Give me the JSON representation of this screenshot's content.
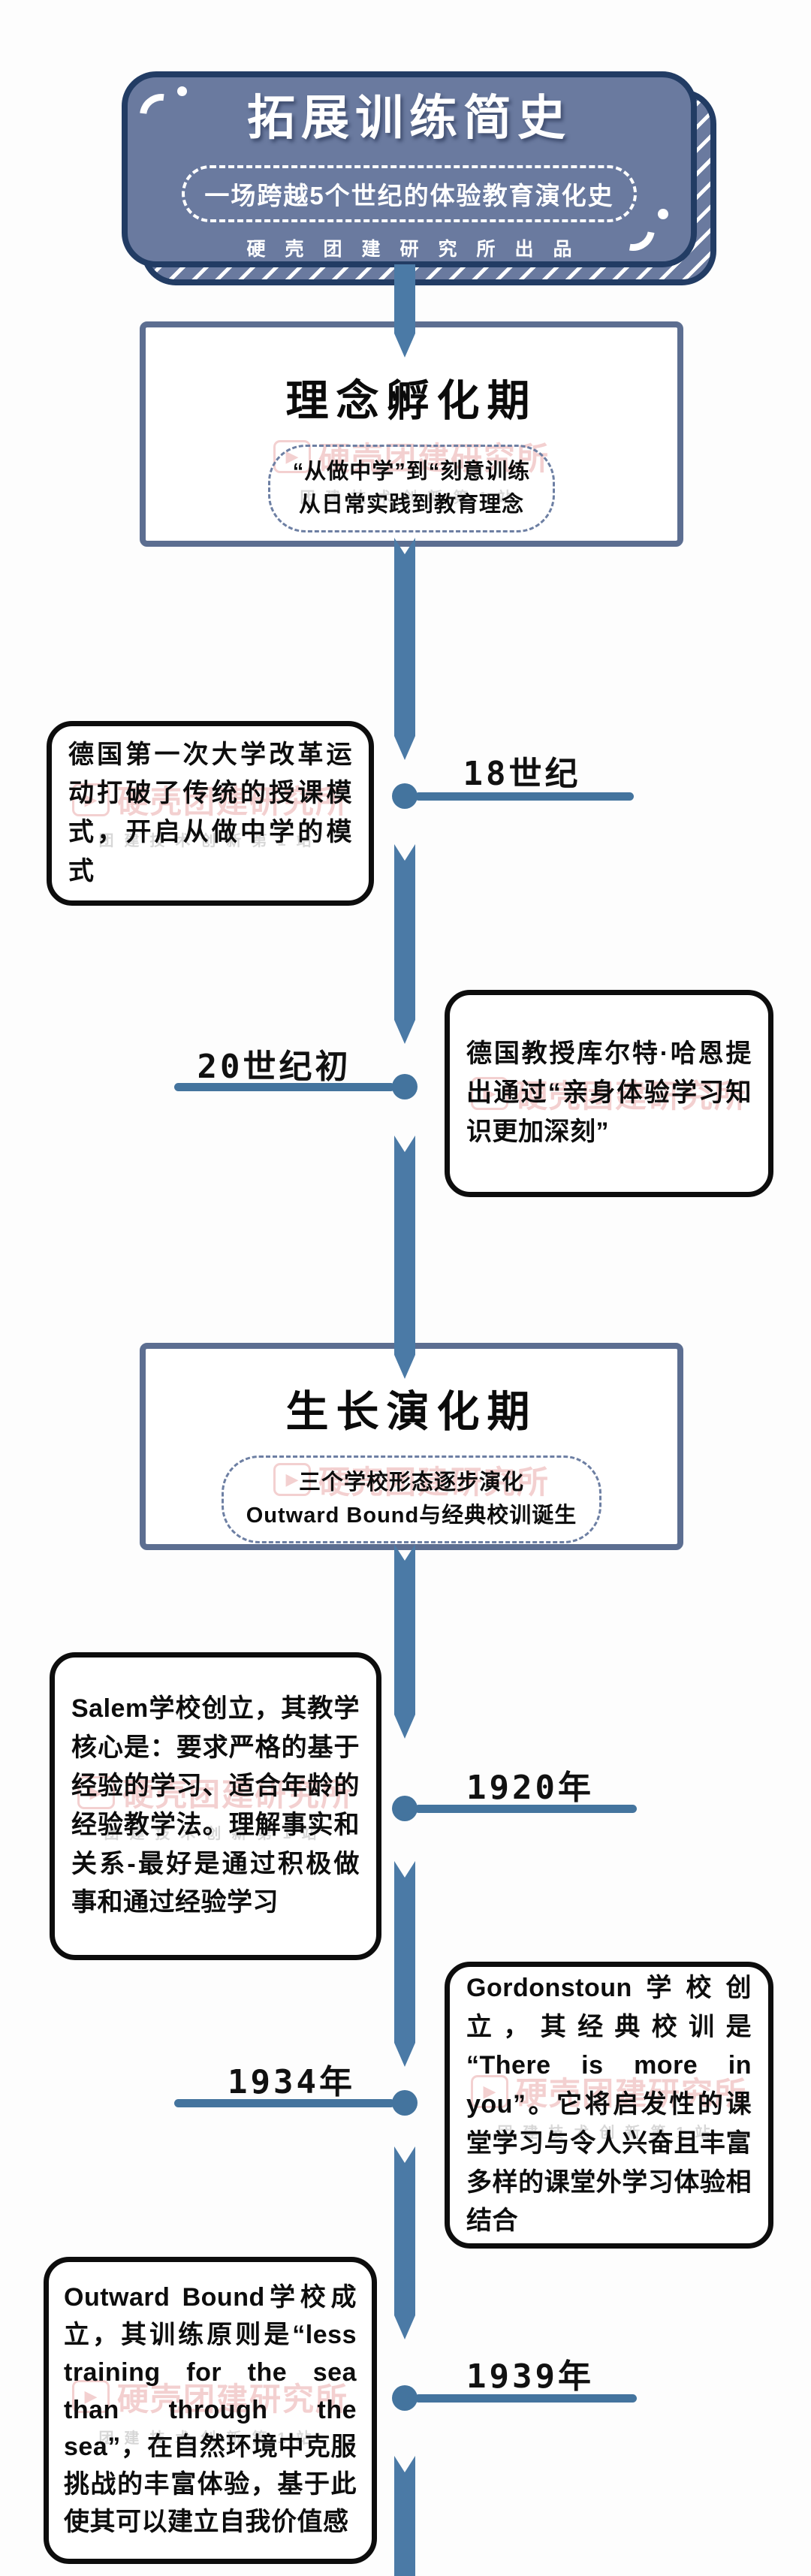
{
  "page": {
    "background": "#fdfdfd",
    "timeline_color": "#44749e",
    "card_color": "#6a7a9f",
    "card_border_color": "#223c64",
    "section_border_color": "#5c6e91",
    "text_color": "#0d0d0d"
  },
  "header": {
    "title": "拓展训练简史",
    "subtitle": "一场跨越5个世纪的体验教育演化史",
    "byline": "硬壳团建研究所出品"
  },
  "watermark": {
    "brand": "硬壳团建研究所",
    "tagline": "团建技术创新第1站",
    "play_icon": "▶"
  },
  "sections": [
    {
      "title": "理念孵化期",
      "subtitle_lines": [
        "“从做中学”到“刻意训练",
        "从日常实践到教育理念"
      ]
    },
    {
      "title": "生长演化期",
      "subtitle_lines": [
        "三个学校形态逐步演化",
        "Outward Bound与经典校训诞生"
      ]
    }
  ],
  "events": [
    {
      "year": "18世纪",
      "side": "left",
      "text": "德国第一次大学改革运动打破了传统的授课模式，开启从做中学的模式"
    },
    {
      "year": "20世纪初",
      "side": "right",
      "text": "德国教授库尔特·哈恩提出通过“亲身体验学习知识更加深刻”"
    },
    {
      "year": "1920年",
      "side": "left",
      "text": "Salem学校创立，其教学核心是：要求严格的基于经验的学习、适合年龄的经验教学法。理解事实和关系-最好是通过积极做事和通过经验学习"
    },
    {
      "year": "1934年",
      "side": "right",
      "text": "Gordonstoun学校创立，其经典校训是 “There is more in you”。它将启发性的课堂学习与令人兴奋且丰富多样的课堂外学习体验相结合"
    },
    {
      "year": "1939年",
      "side": "left",
      "text": "Outward Bound学校成立，其训练原则是“less training for the sea than through the sea”，在自然环境中克服挑战的丰富体验，基于此使其可以建立自我价值感"
    }
  ]
}
